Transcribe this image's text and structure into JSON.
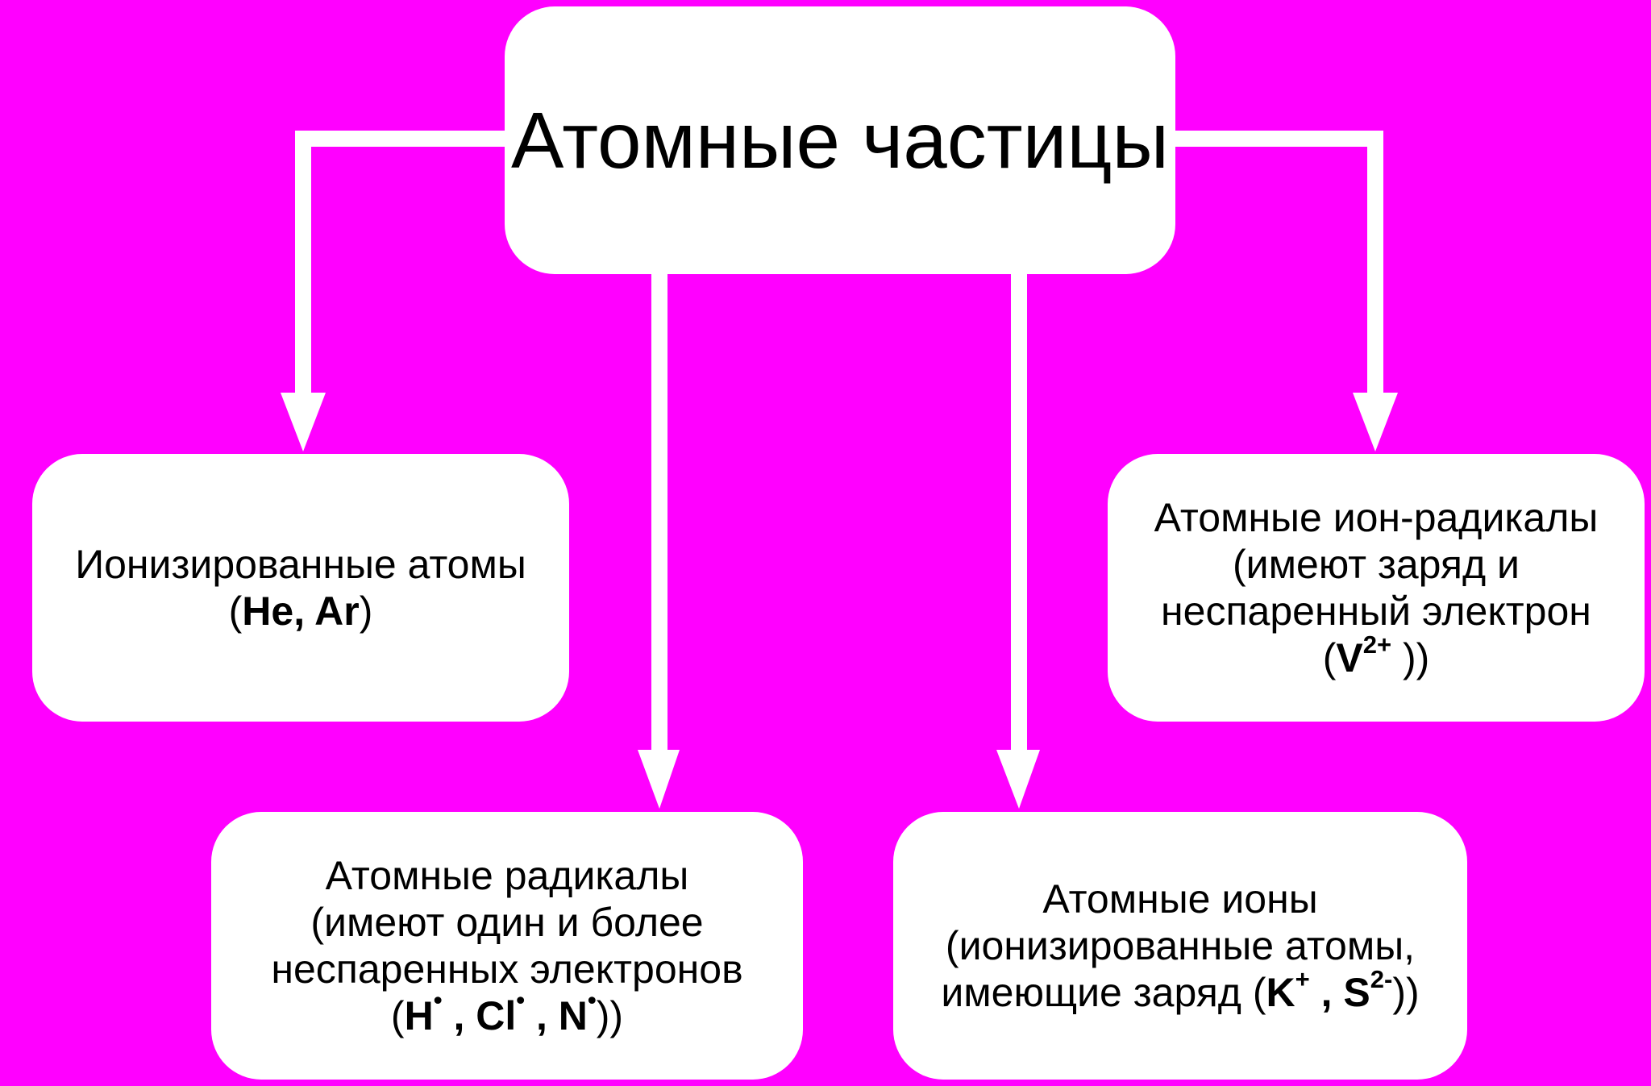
{
  "colors": {
    "background": "#ff00ff",
    "box_fill": "#ffffff",
    "connector": "#ffffff",
    "text": "#000000"
  },
  "root": {
    "title": "Атомные частицы"
  },
  "ionized_atoms": {
    "label": "Ионизированные атомы",
    "examples_open": "(",
    "examples": "He, Ar",
    "examples_close": ")"
  },
  "atomic_radicals": {
    "line1": "Атомные радикалы",
    "line2": "(имеют один и более",
    "line3": "неспаренных электронов",
    "open": "(",
    "ex1": "H",
    "ex2": "Cl",
    "ex3": "N",
    "dot": "•",
    "sep": " , ",
    "close": "))"
  },
  "atomic_ions": {
    "line1": "Атомные ионы",
    "line2": "(ионизированные атомы,",
    "line3_text": "имеющие заряд (",
    "ex1": "K",
    "ex1_charge": "+",
    "sep": " , ",
    "ex2": "S",
    "ex2_charge": "2-",
    "close": "))"
  },
  "ion_radicals": {
    "line1": "Атомные ион-радикалы",
    "line2": "(имеют заряд и",
    "line3": "неспаренный электрон",
    "open": "(",
    "ex": "V",
    "ex_charge": "2+",
    "close": " ))"
  }
}
